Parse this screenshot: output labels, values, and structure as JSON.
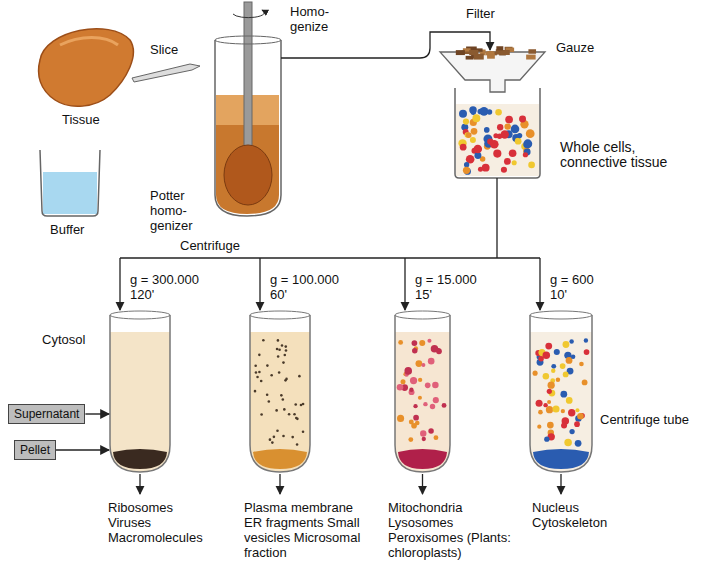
{
  "diagram": {
    "nodes": [
      {
        "text": [
          "g = 300.000",
          "120'"
        ]
      },
      {
        "text": [
          "g = 100.000",
          "60'"
        ]
      },
      {
        "text": [
          "g = 15.000",
          "15'"
        ]
      },
      {
        "text": [
          "g = 600",
          "10'"
        ]
      },
      {
        "text": [
          "Supernatant"
        ]
      },
      {
        "text": [
          "Pellet"
        ]
      }
    ],
    "edges": [
      {
        "from": 4,
        "to": 0,
        "arrow": "to"
      },
      {
        "from": 5,
        "to": 0,
        "arrow": "to"
      }
    ],
    "labels": [
      "Tissue",
      "Slice",
      "Homo- genize",
      "Filter",
      "Gauze",
      "Whole cells, connective tissue",
      "Buffer",
      "Potter homo- genizer",
      "Centrifuge",
      "Cytosol",
      "Centrifuge tube",
      "Ribosomes Viruses Macromolecules",
      "Plasma membrane ER fragments Small vesicles Microsomal fraction",
      "Mitochondria Lysosomes Peroxisomes (Plants: chloroplasts)",
      "Nucleus Cytoskeleton"
    ]
  }
}
